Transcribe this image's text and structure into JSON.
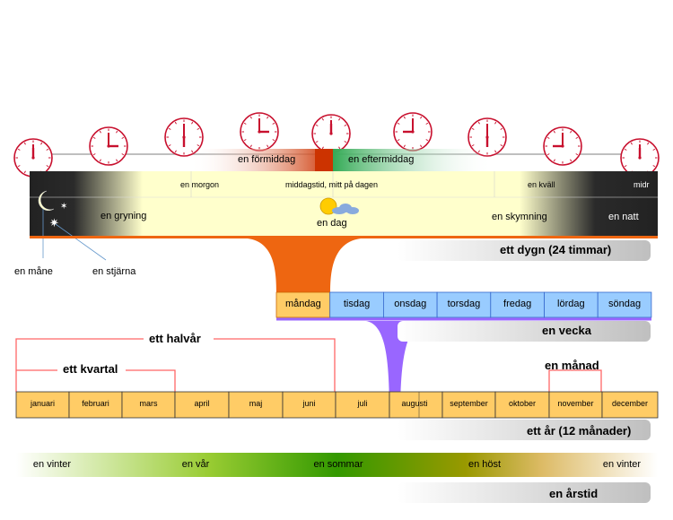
{
  "day": {
    "part_labels": {
      "formiddag": "en förmiddag",
      "eftermiddag": "en eftermiddag",
      "morgon": "en morgon",
      "middag": "middagstid, mitt på dagen",
      "kvall": "en kväll",
      "midnatt": "midr",
      "gryning": "en gryning",
      "dag": "en dag",
      "skymning": "en skymning",
      "natt": "en natt"
    },
    "celestial": {
      "mane": "en måne",
      "stjarna": "en stjärna"
    },
    "caption": "ett dygn (24 timmar)"
  },
  "week": {
    "days": [
      "måndag",
      "tisdag",
      "onsdag",
      "torsdag",
      "fredag",
      "lördag",
      "söndag"
    ],
    "caption": "en vecka"
  },
  "year": {
    "months": [
      "januari",
      "februari",
      "mars",
      "april",
      "maj",
      "juni",
      "juli",
      "augusti",
      "september",
      "oktober",
      "november",
      "december"
    ],
    "halvar": "ett halvår",
    "kvartal": "ett kvartal",
    "manad": "en månad",
    "caption": "ett år (12 månader)"
  },
  "seasons": {
    "labels": [
      "en vinter",
      "en vår",
      "en sommar",
      "en höst",
      "en vinter"
    ],
    "caption": "en årstid"
  },
  "colors": {
    "clock_red": "#c8102e",
    "orange": "#ee6611",
    "purple": "#9966ff",
    "week_blue": "#99ccff",
    "month_fill": "#ffcc66",
    "night": "#222222",
    "day_yellow": "#ffffcc"
  }
}
